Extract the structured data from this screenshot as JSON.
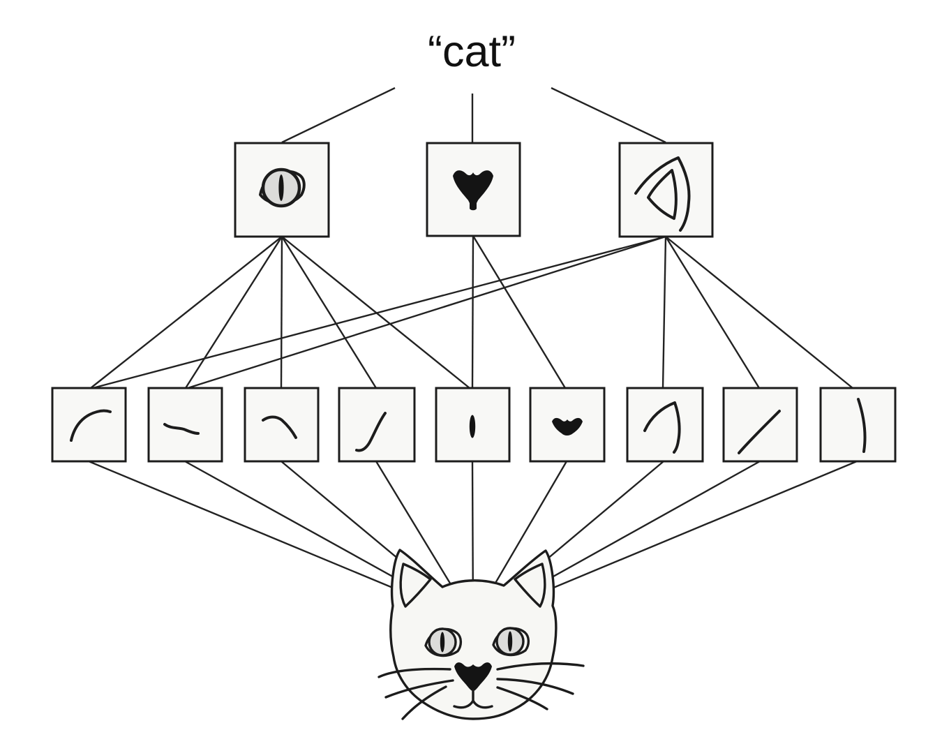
{
  "top_label": {
    "text": "“cat”"
  },
  "colors": {
    "background": "#ffffff",
    "stroke": "#1c1c1c",
    "edge_line": "#222222",
    "node_fill": "#f8f8f6",
    "cat_fill": "#f7f7f4",
    "iris_fill": "#dcdcda"
  },
  "layers": {
    "concept": {
      "nodes": [
        {
          "id": "cat-label",
          "label": "“cat”"
        }
      ]
    },
    "parts": {
      "nodes": [
        {
          "id": "eye",
          "icon": "cat-eye-icon"
        },
        {
          "id": "nose",
          "icon": "cat-nose-icon"
        },
        {
          "id": "ear",
          "icon": "cat-ear-icon"
        }
      ]
    },
    "features": {
      "nodes": [
        {
          "id": "f1",
          "icon": "curve-rising-arc-icon"
        },
        {
          "id": "f2",
          "icon": "gentle-s-curve-icon"
        },
        {
          "id": "f3",
          "icon": "curve-falling-arc-icon"
        },
        {
          "id": "f4",
          "icon": "steep-rising-j-curve-icon"
        },
        {
          "id": "f5",
          "icon": "vertical-slit-pupil-icon"
        },
        {
          "id": "f6",
          "icon": "small-nose-blob-icon"
        },
        {
          "id": "f7",
          "icon": "ear-edge-angle-icon"
        },
        {
          "id": "f8",
          "icon": "rising-diagonal-line-icon"
        },
        {
          "id": "f9",
          "icon": "bowed-vertical-line-icon"
        }
      ]
    },
    "image": {
      "nodes": [
        {
          "id": "cat-face",
          "icon": "cat-face-drawing"
        }
      ]
    }
  },
  "connections": {
    "label_to_parts": [
      [
        "cat-label",
        "eye"
      ],
      [
        "cat-label",
        "nose"
      ],
      [
        "cat-label",
        "ear"
      ]
    ],
    "parts_to_features": [
      [
        "eye",
        "f1"
      ],
      [
        "eye",
        "f2"
      ],
      [
        "eye",
        "f3"
      ],
      [
        "eye",
        "f4"
      ],
      [
        "eye",
        "f5"
      ],
      [
        "nose",
        "f5"
      ],
      [
        "nose",
        "f6"
      ],
      [
        "ear",
        "f1"
      ],
      [
        "ear",
        "f2"
      ],
      [
        "ear",
        "f7"
      ],
      [
        "ear",
        "f8"
      ],
      [
        "ear",
        "f9"
      ]
    ],
    "features_to_image": [
      [
        "f1",
        "cat-face"
      ],
      [
        "f2",
        "cat-face"
      ],
      [
        "f3",
        "cat-face"
      ],
      [
        "f4",
        "cat-face"
      ],
      [
        "f5",
        "cat-face"
      ],
      [
        "f6",
        "cat-face"
      ],
      [
        "f7",
        "cat-face"
      ],
      [
        "f8",
        "cat-face"
      ],
      [
        "f9",
        "cat-face"
      ]
    ]
  }
}
